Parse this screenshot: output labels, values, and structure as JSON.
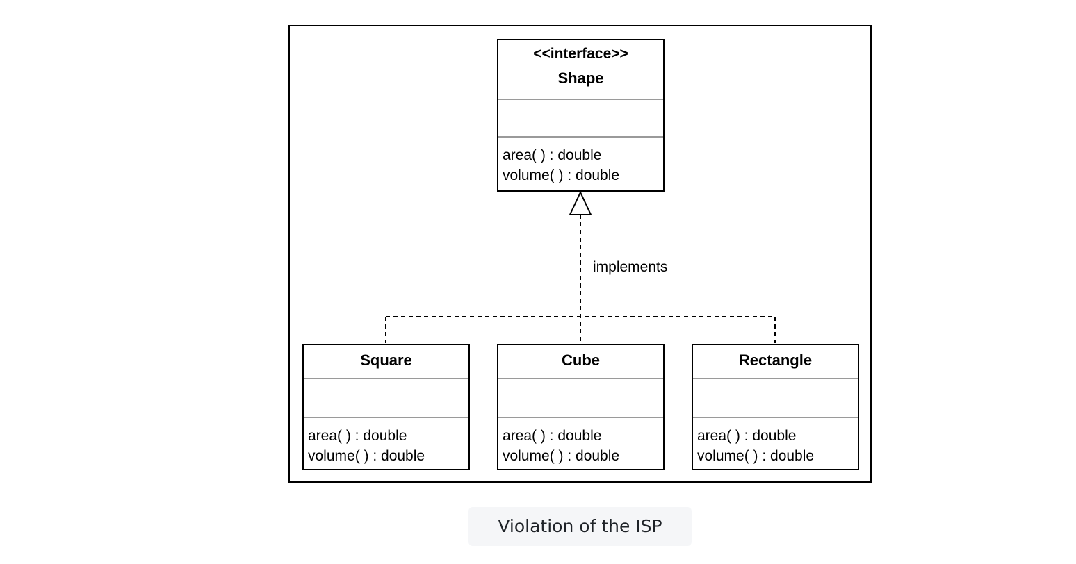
{
  "diagram": {
    "interface": {
      "stereotype": "<<interface>>",
      "name": "Shape",
      "operations": [
        "area( ) : double",
        "volume( ) : double"
      ]
    },
    "edge_label": "implements",
    "classes": [
      {
        "name": "Square",
        "operations": [
          "area( ) : double",
          "volume( ) : double"
        ]
      },
      {
        "name": "Cube",
        "operations": [
          "area( ) : double",
          "volume( ) : double"
        ]
      },
      {
        "name": "Rectangle",
        "operations": [
          "area( ) : double",
          "volume( ) : double"
        ]
      }
    ]
  },
  "caption": "Violation of the ISP"
}
